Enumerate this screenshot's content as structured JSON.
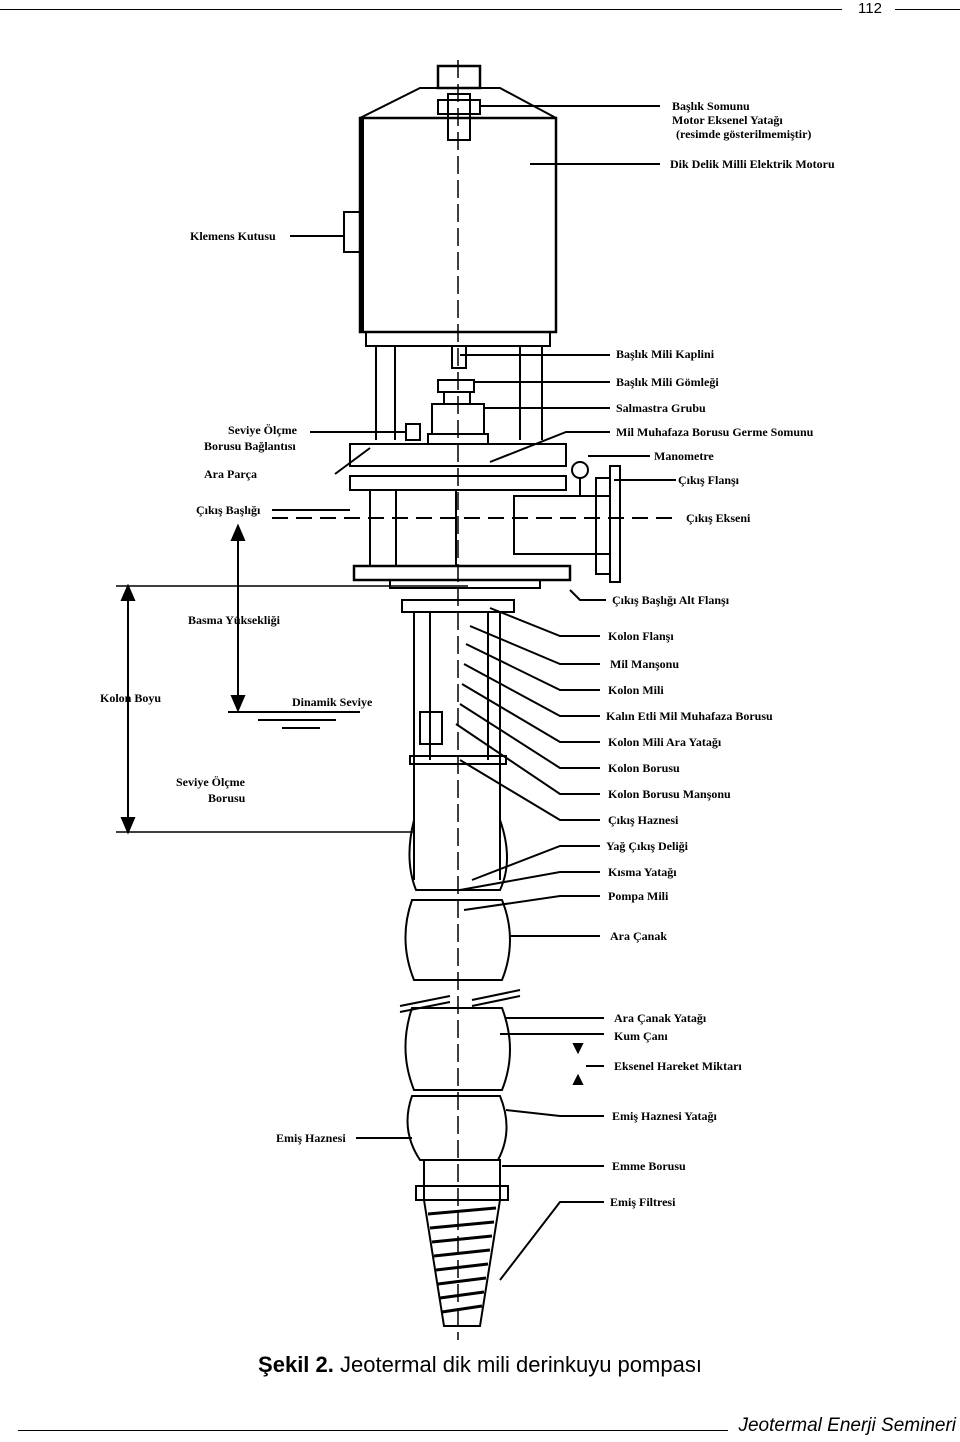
{
  "header": {
    "page_number": "112"
  },
  "figure": {
    "caption_label": "Şekil 2.",
    "caption_text": "Jeotermal dik mili derinkuyu pompası",
    "labels": {
      "baslik_somunu": "Başlık Somunu",
      "motor_eksenel_yatagi": "Motor Eksenel Yatağı",
      "resimde": "(resimde gösterilmemiştir)",
      "dik_delik_motoru": "Dik Delik Milli Elektrik Motoru",
      "klemens_kutusu": "Klemens Kutusu",
      "baslik_mili_kaplini": "Başlık Mili Kaplini",
      "baslik_mili_gomlegi": "Başlık Mili Gömleği",
      "salmastra_grubu": "Salmastra Grubu",
      "mil_muhafaza_germe": "Mil Muhafaza Borusu Germe Somunu",
      "seviye_olcme_1": "Seviye Ölçme",
      "borusu_baglantisi": "Borusu Bağlantısı",
      "manometre": "Manometre",
      "ara_parca": "Ara Parça",
      "cikis_flansi": "Çıkış Flanşı",
      "cikis_basligi": "Çıkış Başlığı",
      "cikis_ekseni": "Çıkış Ekseni",
      "cikis_basligi_alt_flansi": "Çıkış Başlığı Alt Flanşı",
      "basma_yuksekligi": "Basma Yüksekliği",
      "kolon_flansi": "Kolon Flanşı",
      "mil_mansonu": "Mil Manşonu",
      "kolon_boyu": "Kolon Boyu",
      "dinamik_seviye": "Dinamik Seviye",
      "kolon_mili": "Kolon Mili",
      "kalin_etli": "Kalın Etli Mil Muhafaza Borusu",
      "kolon_mili_ara_yatagi": "Kolon Mili Ara Yatağı",
      "kolon_borusu": "Kolon Borusu",
      "seviye_olcme_2": "Seviye Ölçme",
      "borusu": "Borusu",
      "kolon_borusu_mansonu": "Kolon Borusu Manşonu",
      "cikis_haznesi": "Çıkış Haznesi",
      "yag_cikis_deligi": "Yağ Çıkış Deliği",
      "kisma_yatagi": "Kısma Yatağı",
      "pompa_mili": "Pompa Mili",
      "ara_canak": "Ara Çanak",
      "ara_canak_yatagi": "Ara Çanak Yatağı",
      "kum_cani": "Kum Çanı",
      "eksenel_hareket": "Eksenel Hareket Miktarı",
      "emis_haznesi_yatagi": "Emiş Haznesi Yatağı",
      "emis_haznesi": "Emiş Haznesi",
      "emme_borusu": "Emme Borusu",
      "emis_filtresi": "Emiş Filtresi"
    }
  },
  "footer": {
    "text": "Jeotermal Enerji Semineri"
  }
}
